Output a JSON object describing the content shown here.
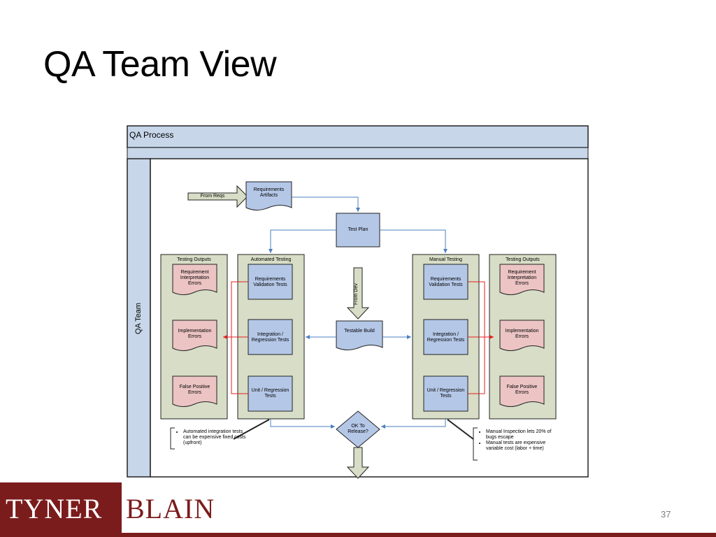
{
  "slide": {
    "title": "QA Team View",
    "page_number": "37"
  },
  "logo": {
    "left_word": "TYNER",
    "right_word": "BLAIN"
  },
  "diagram": {
    "pool_title": "QA Process",
    "lane_title": "QA Team",
    "from_reqs": "From Reqs",
    "requirements_artifacts": "Requirements\nArtifacts",
    "test_plan": "Test Plan",
    "from_dev": "From Dev",
    "testable_build": "Testable Build",
    "ok_to_release": "OK To\nRelease?",
    "left_outputs": {
      "title": "Testing Outputs",
      "items": [
        "Requirement\nInterpretation\nErrors",
        "Implementation\nErrors",
        "False Positive\nErrors"
      ]
    },
    "automated": {
      "title": "Automated Testing",
      "items": [
        "Requirements\nValidation Tests",
        "Integration /\nRegression Tests",
        "Unit / Regression\nTests"
      ]
    },
    "manual": {
      "title": "Manual Testing",
      "items": [
        "Requirements\nValidation Tests",
        "Integration /\nRegression Tests",
        "Unit / Regression\nTests"
      ]
    },
    "right_outputs": {
      "title": "Testing Outputs",
      "items": [
        "Requirement\nInterpretation\nErrors",
        "Implementation\nErrors",
        "False Positive\nErrors"
      ]
    },
    "note_left": [
      "Automated integration tests can be expensive fixed costs (upfront)"
    ],
    "note_right": [
      "Manual Inspection lets 20% of bugs escape",
      "Manual tests are expensive variable cost (labor + time)"
    ],
    "colors": {
      "lane_fill": "#c7d6e9",
      "group_fill": "#d7ddc6",
      "task_fill": "#b4c7e7",
      "doc_fill": "#ecc4c4",
      "flow_blue": "#4a7fc1",
      "flow_red": "#e02020",
      "brand": "#7b1c1c"
    }
  }
}
